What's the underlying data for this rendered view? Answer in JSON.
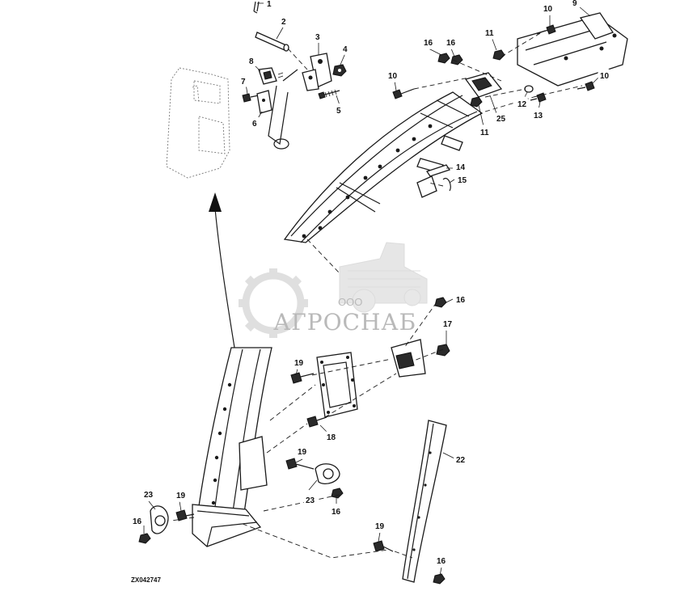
{
  "figure_code": "ZX042747",
  "watermark": {
    "org_prefix": "ООО",
    "brand": "АГРОСНАБ",
    "primary_color": "#bdbdbd",
    "icon": "gear-tractor-logo"
  },
  "callouts": {
    "c1": "1",
    "c2": "2",
    "c3": "3",
    "c4": "4",
    "c5": "5",
    "c6": "6",
    "c7": "7",
    "c8": "8",
    "c9": "9",
    "c10a": "10",
    "c10b": "10",
    "c10c": "10",
    "c11a": "11",
    "c11b": "11",
    "c12": "12",
    "c13": "13",
    "c14": "14",
    "c15": "15",
    "c16a": "16",
    "c16b": "16",
    "c16c": "16",
    "c16d": "16",
    "c16e": "16",
    "c16f": "16",
    "c17": "17",
    "c18": "18",
    "c19a": "19",
    "c19b": "19",
    "c19c": "19",
    "c19d": "19",
    "c22": "22",
    "c23a": "23",
    "c23b": "23",
    "c25": "25"
  }
}
